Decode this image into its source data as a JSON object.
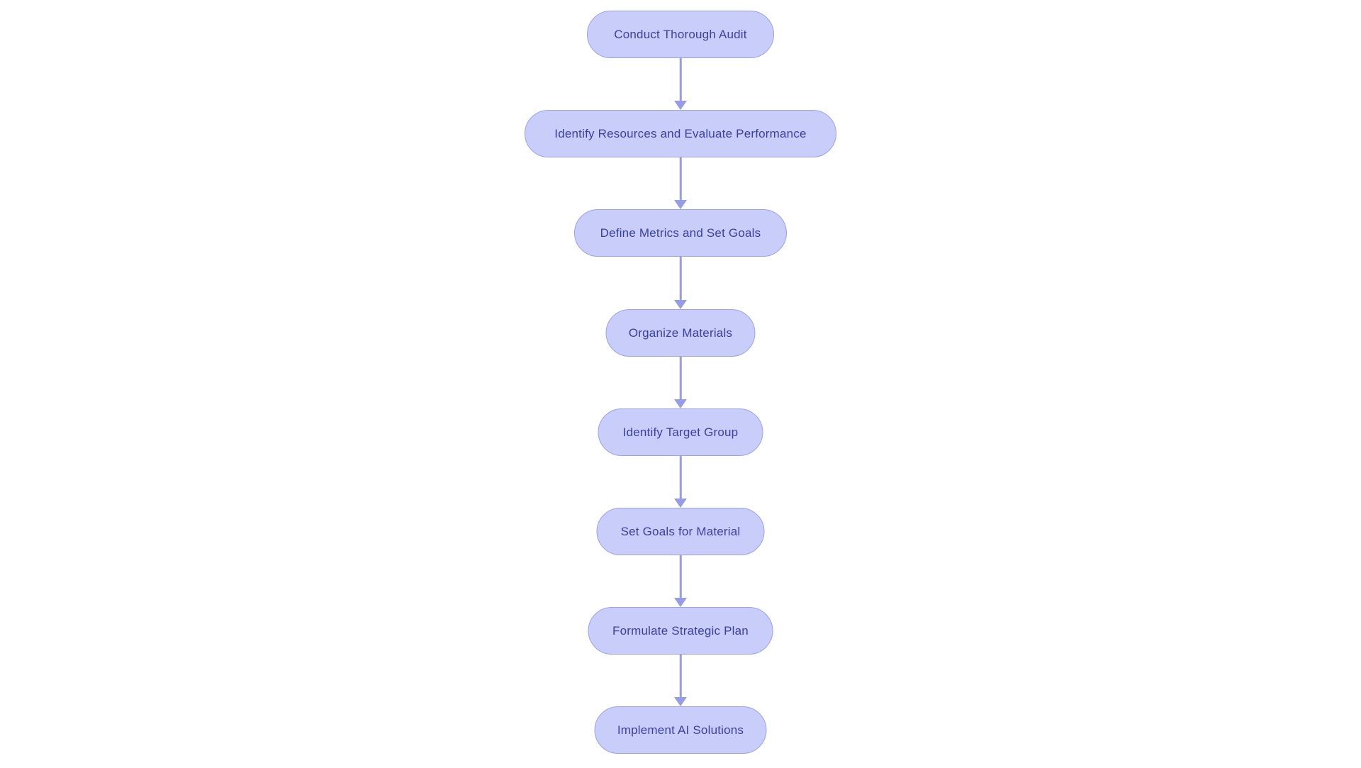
{
  "diagram": {
    "type": "flowchart",
    "direction": "top-down",
    "nodes": [
      {
        "id": "1",
        "label": "Conduct Thorough Audit"
      },
      {
        "id": "2",
        "label": "Identify Resources and Evaluate Performance"
      },
      {
        "id": "3",
        "label": "Define Metrics and Set Goals"
      },
      {
        "id": "4",
        "label": "Organize Materials"
      },
      {
        "id": "5",
        "label": "Identify Target Group"
      },
      {
        "id": "6",
        "label": "Set Goals for Material"
      },
      {
        "id": "7",
        "label": "Formulate Strategic Plan"
      },
      {
        "id": "8",
        "label": "Implement AI Solutions"
      }
    ],
    "edges": [
      {
        "from": "1",
        "to": "2"
      },
      {
        "from": "2",
        "to": "3"
      },
      {
        "from": "3",
        "to": "4"
      },
      {
        "from": "4",
        "to": "5"
      },
      {
        "from": "5",
        "to": "6"
      },
      {
        "from": "6",
        "to": "7"
      },
      {
        "from": "7",
        "to": "8"
      }
    ],
    "colors": {
      "background": "#ffffff",
      "node_fill": "#c9cdf9",
      "node_border": "#9ba2ee",
      "node_text": "#3b40a8",
      "arrow": "#959ce9"
    }
  }
}
